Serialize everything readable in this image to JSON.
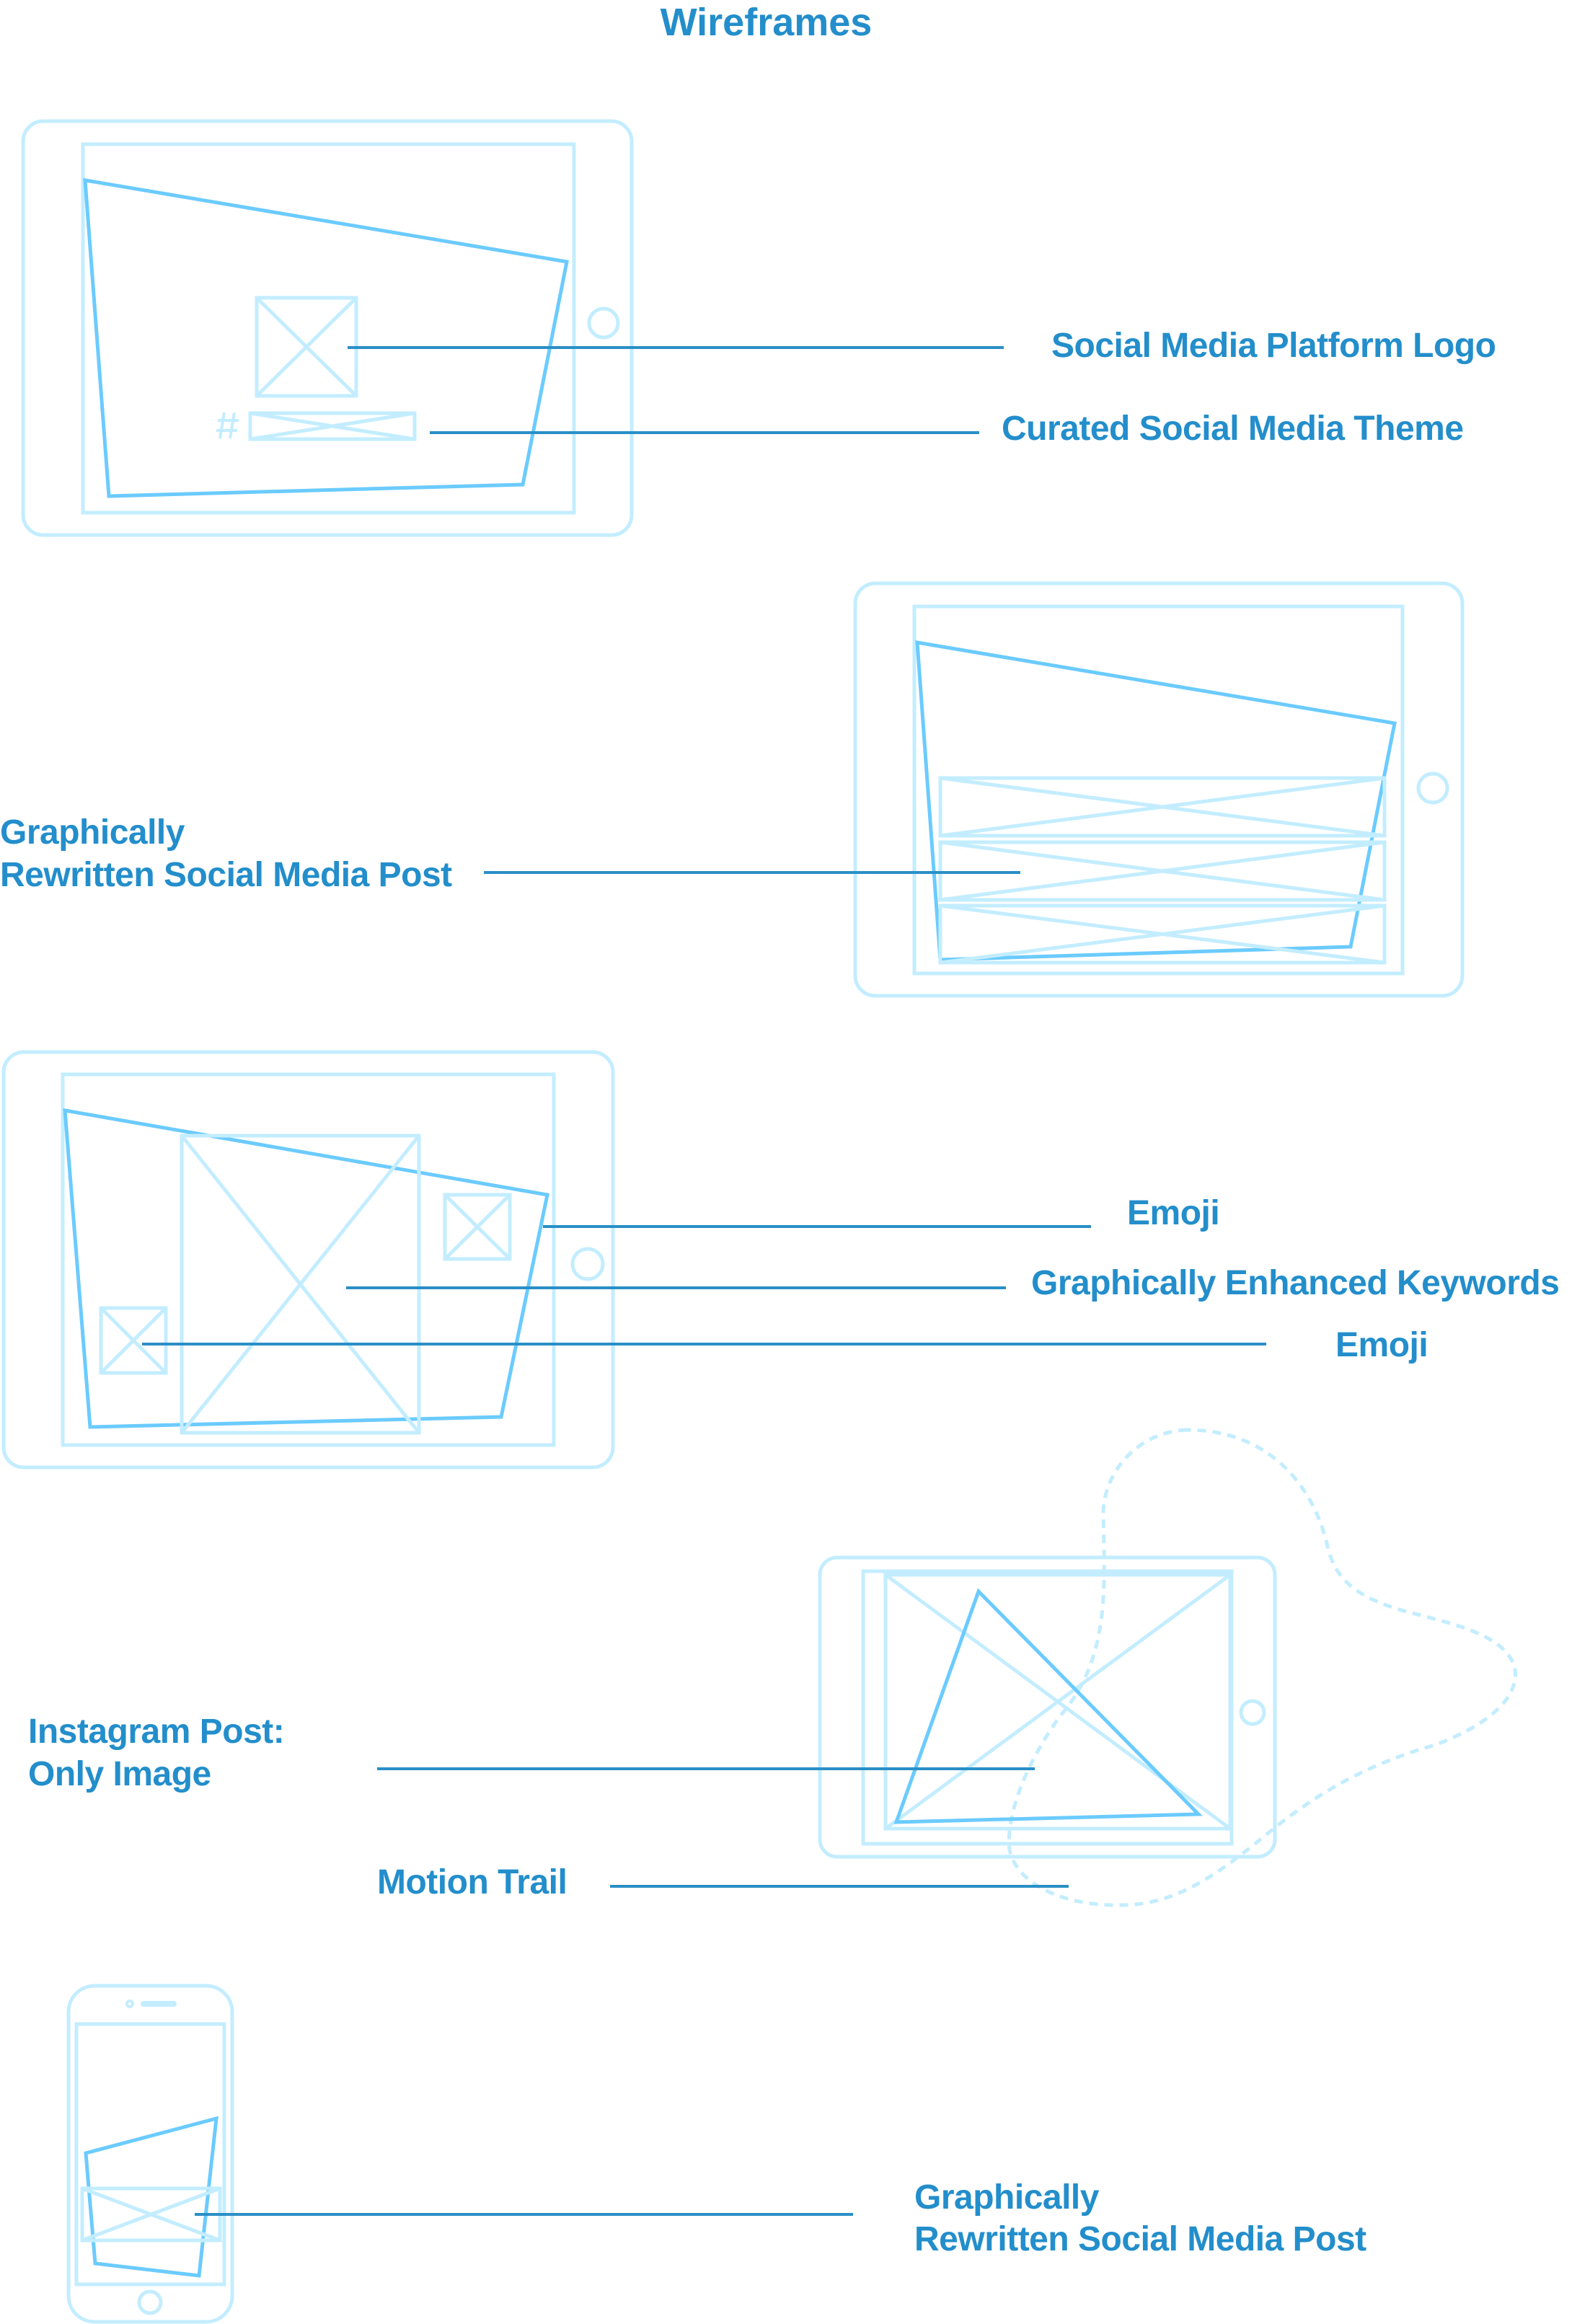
{
  "title": "Wireframes",
  "colors": {
    "accent_text": "#238ECB",
    "leader_line": "#2A8FC6",
    "device_outline": "#C3EDFF",
    "content_polygon": "#6BCBFF",
    "background": "#FFFFFF"
  },
  "sections": [
    {
      "device": "tablet",
      "labels": [
        {
          "text": "Social Media Platform Logo"
        },
        {
          "text": "Curated Social Media Theme"
        }
      ],
      "icons": {
        "hashtag": "#"
      }
    },
    {
      "device": "tablet",
      "labels": [
        {
          "lines": [
            "Graphically",
            "Rewritten Social Media Post"
          ]
        }
      ]
    },
    {
      "device": "tablet",
      "labels": [
        {
          "text": "Emoji"
        },
        {
          "text": "Graphically Enhanced Keywords"
        },
        {
          "text": "Emoji"
        }
      ]
    },
    {
      "device": "tablet",
      "labels": [
        {
          "lines": [
            "Instagram Post:",
            "Only Image"
          ]
        },
        {
          "text": "Motion Trail"
        }
      ]
    },
    {
      "device": "phone",
      "labels": [
        {
          "lines": [
            "Graphically",
            "Rewritten Social Media Post"
          ]
        }
      ]
    }
  ]
}
